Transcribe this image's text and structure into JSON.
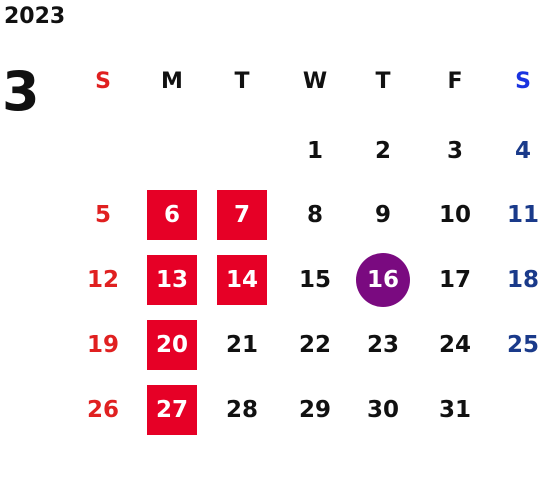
{
  "calendar": {
    "year": "2023",
    "month": "3",
    "weekday_headers": [
      "S",
      "M",
      "T",
      "W",
      "T",
      "F",
      "S"
    ],
    "colors": {
      "sunday": "#e02020",
      "saturday": "#1a3a8a",
      "saturday_header": "#1a33e0",
      "highlight_bg": "#e60026",
      "today_bg": "#7a0a80"
    },
    "weeks": [
      [
        "",
        "",
        "",
        "1",
        "2",
        "3",
        "4"
      ],
      [
        "5",
        "6",
        "7",
        "8",
        "9",
        "10",
        "11"
      ],
      [
        "12",
        "13",
        "14",
        "15",
        "16",
        "17",
        "18"
      ],
      [
        "19",
        "20",
        "21",
        "22",
        "23",
        "24",
        "25"
      ],
      [
        "26",
        "27",
        "28",
        "29",
        "30",
        "31",
        ""
      ]
    ],
    "highlighted_days": [
      "6",
      "7",
      "13",
      "14",
      "20",
      "27"
    ],
    "today": "16"
  }
}
